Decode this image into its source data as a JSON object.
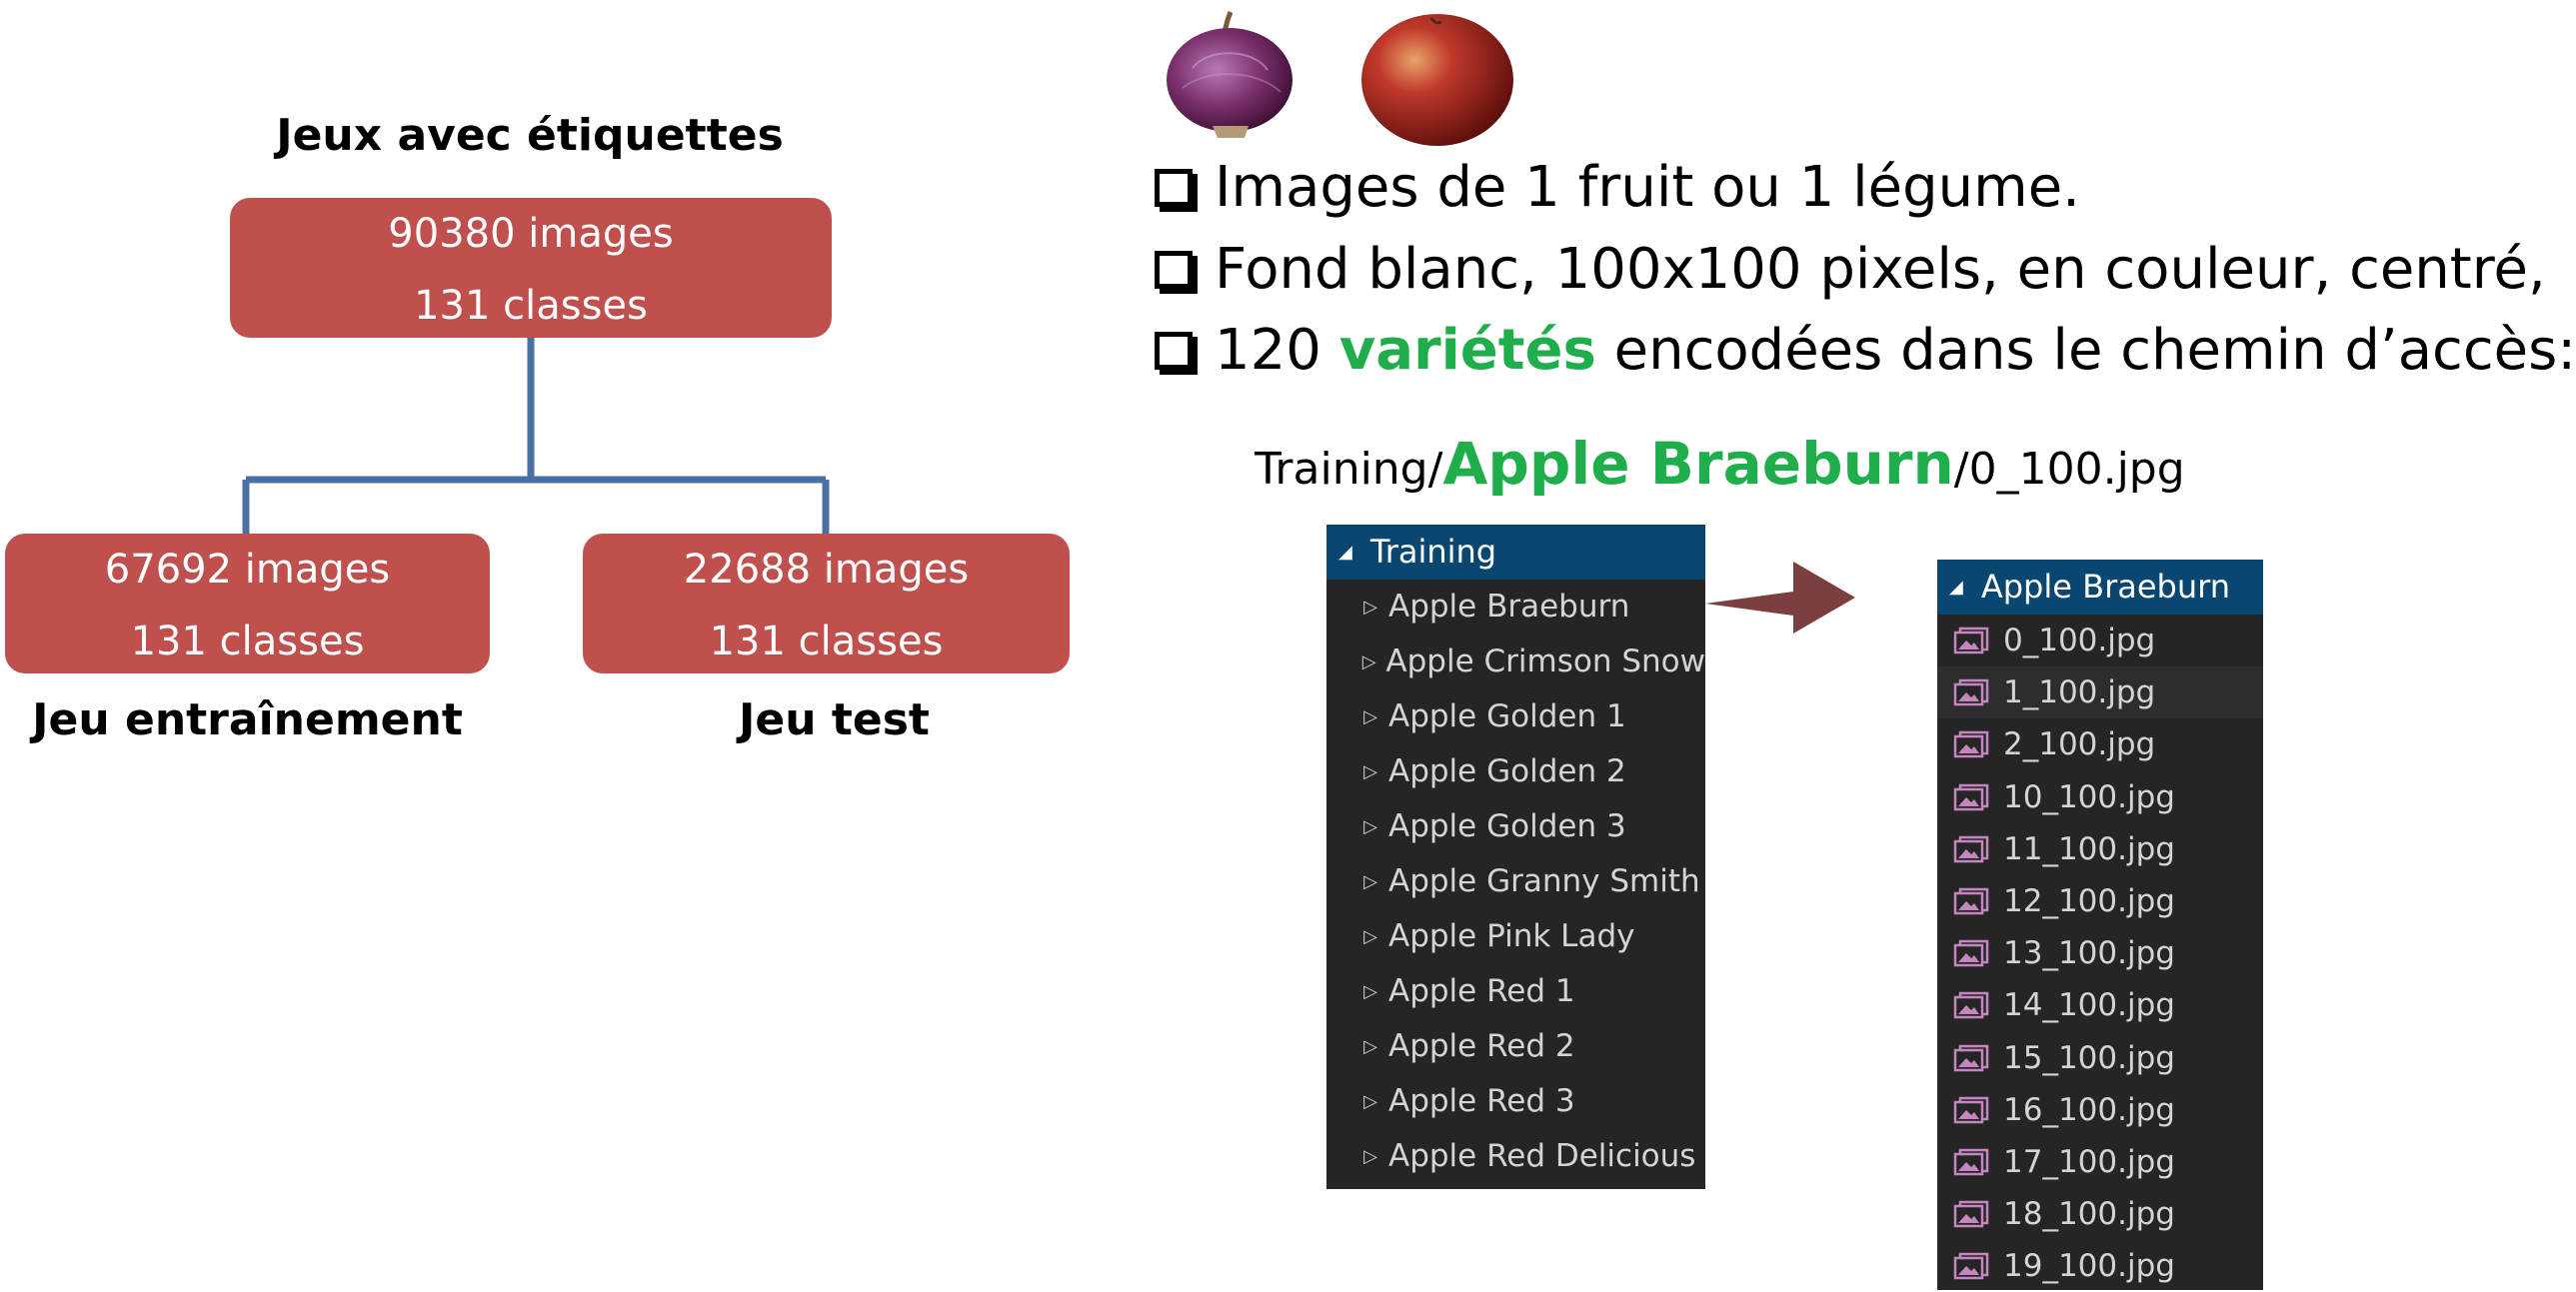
{
  "tree": {
    "title": "Jeux avec étiquettes",
    "root": {
      "count": "90380 images",
      "classes": "131 classes"
    },
    "train": {
      "count": "67692 images",
      "classes": "131 classes",
      "caption": "Jeu entraînement"
    },
    "test": {
      "count": "22688 images",
      "classes": "131 classes",
      "caption": "Jeu test"
    },
    "node_color": "#c0504d",
    "connector_color": "#4a6fa5"
  },
  "bullets": {
    "line1": "Images de 1 fruit ou 1 légume.",
    "line2": "Fond blanc, 100x100 pixels, en couleur, centré,",
    "line3_number": "120 ",
    "line3_highlight": "variétés",
    "line3_rest": " encodées dans le chemin d’accès:"
  },
  "path_example": {
    "prefix": "Training/",
    "folder": "Apple Braeburn",
    "suffix": "/0_100.jpg",
    "accent_color": "#1fae4b"
  },
  "training_panel": {
    "header": "Training",
    "items": [
      "Apple Braeburn",
      "Apple Crimson Snow",
      "Apple Golden 1",
      "Apple Golden 2",
      "Apple Golden 3",
      "Apple Granny Smith",
      "Apple Pink Lady",
      "Apple Red 1",
      "Apple Red 2",
      "Apple Red 3",
      "Apple Red Delicious"
    ]
  },
  "files_panel": {
    "header": "Apple Braeburn",
    "files": [
      "0_100.jpg",
      "1_100.jpg",
      "2_100.jpg",
      "10_100.jpg",
      "11_100.jpg",
      "12_100.jpg",
      "13_100.jpg",
      "14_100.jpg",
      "15_100.jpg",
      "16_100.jpg",
      "17_100.jpg",
      "18_100.jpg",
      "19_100.jpg"
    ],
    "highlighted_index": 1
  },
  "icons": {
    "expand": "triangle-down-icon",
    "collapse": "triangle-right-icon",
    "file": "image-file-icon",
    "arrow": "arrow-right-icon"
  }
}
